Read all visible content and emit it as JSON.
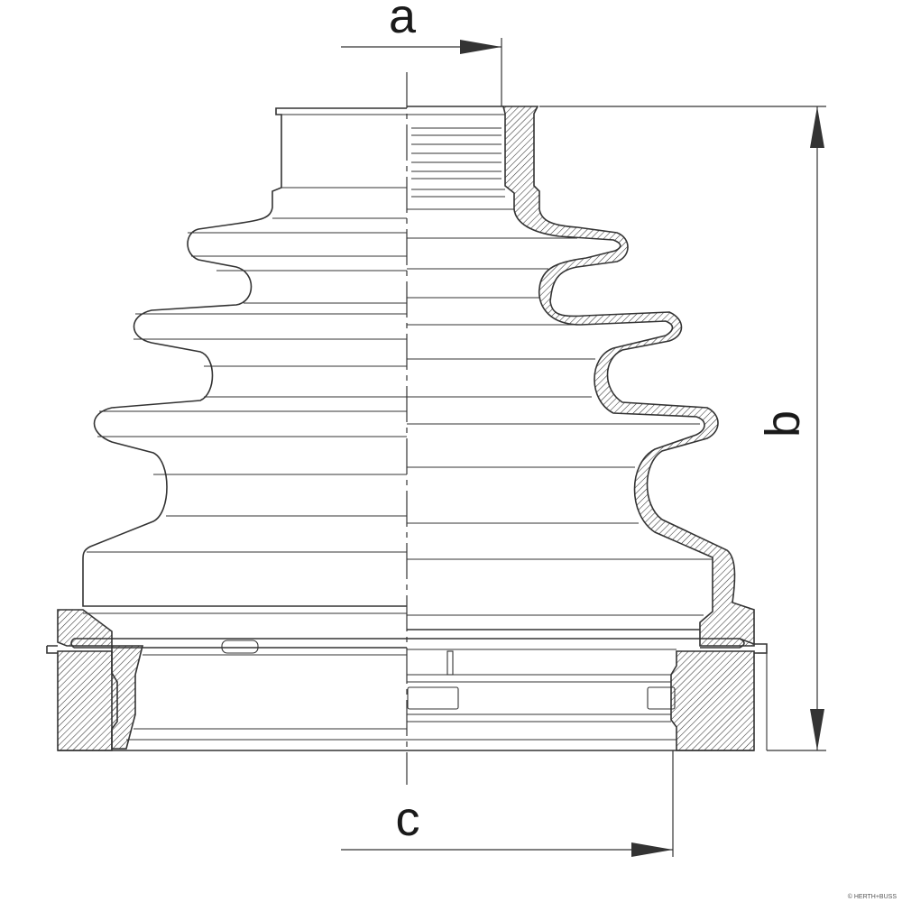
{
  "dimensions": {
    "a": "a",
    "b": "b",
    "c": "c"
  },
  "credit": "© HERTH+BUSS",
  "colors": {
    "line": "#333333",
    "background": "#ffffff"
  }
}
